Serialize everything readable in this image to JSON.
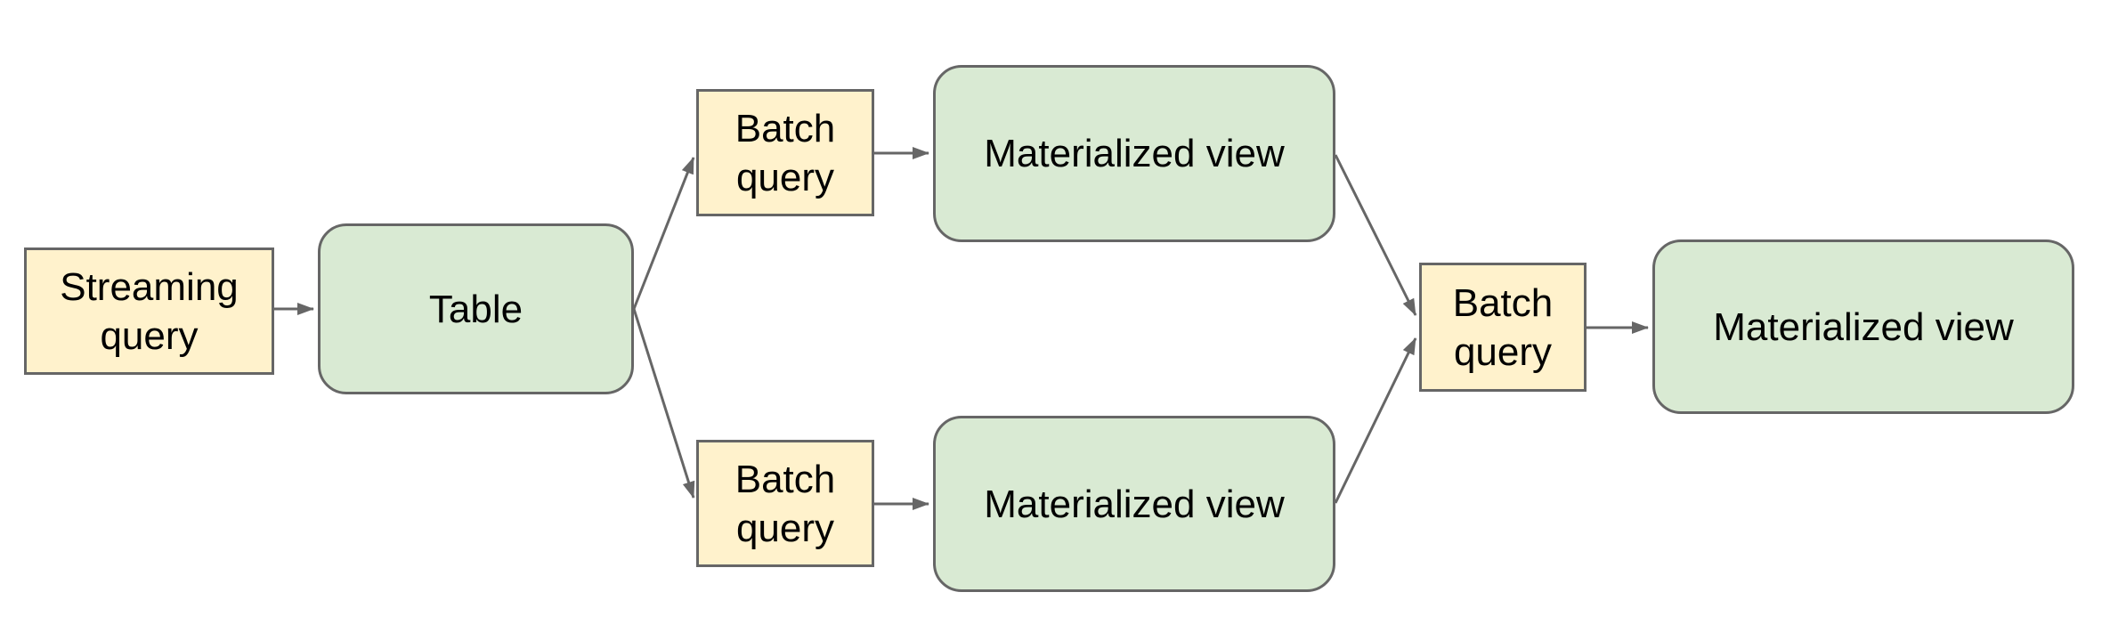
{
  "diagram": {
    "background": "#ffffff",
    "colors": {
      "query_fill": "#fff2cc",
      "data_fill": "#d9ead3",
      "border": "#666666",
      "arrow": "#666666",
      "text": "#000000"
    },
    "nodes": [
      {
        "id": "streaming-query",
        "label": "Streaming\nquery",
        "shape": "rect",
        "kind": "query"
      },
      {
        "id": "table",
        "label": "Table",
        "shape": "rounded",
        "kind": "data"
      },
      {
        "id": "batch-query-top",
        "label": "Batch\nquery",
        "shape": "rect",
        "kind": "query"
      },
      {
        "id": "materialized-view-top",
        "label": "Materialized view",
        "shape": "rounded",
        "kind": "data"
      },
      {
        "id": "batch-query-bottom",
        "label": "Batch\nquery",
        "shape": "rect",
        "kind": "query"
      },
      {
        "id": "materialized-view-bottom",
        "label": "Materialized view",
        "shape": "rounded",
        "kind": "data"
      },
      {
        "id": "batch-query-right",
        "label": "Batch\nquery",
        "shape": "rect",
        "kind": "query"
      },
      {
        "id": "materialized-view-right",
        "label": "Materialized view",
        "shape": "rounded",
        "kind": "data"
      }
    ],
    "edges": [
      {
        "from": "streaming-query",
        "to": "table"
      },
      {
        "from": "table",
        "to": "batch-query-top"
      },
      {
        "from": "table",
        "to": "batch-query-bottom"
      },
      {
        "from": "batch-query-top",
        "to": "materialized-view-top"
      },
      {
        "from": "batch-query-bottom",
        "to": "materialized-view-bottom"
      },
      {
        "from": "materialized-view-top",
        "to": "batch-query-right"
      },
      {
        "from": "materialized-view-bottom",
        "to": "batch-query-right"
      },
      {
        "from": "batch-query-right",
        "to": "materialized-view-right"
      }
    ]
  }
}
